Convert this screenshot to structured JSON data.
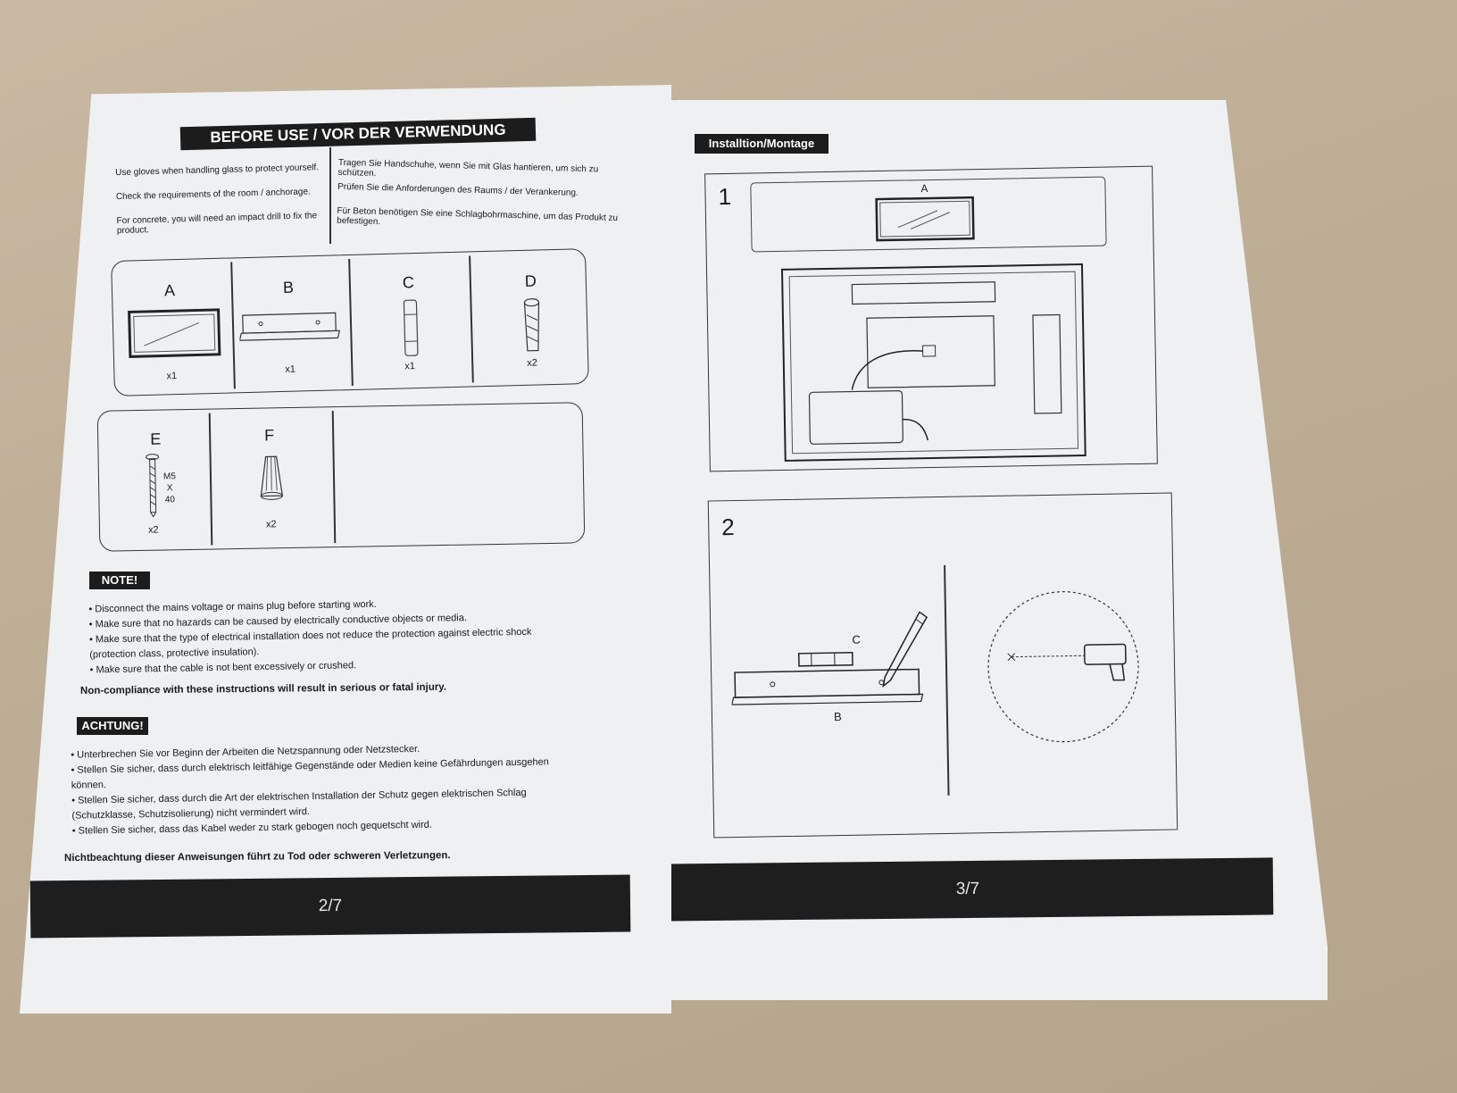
{
  "left_page": {
    "header": "BEFORE USE /  VOR DER VERWENDUNG",
    "instructions_en": [
      "Use gloves when handling glass to protect yourself.",
      "Check the requirements of the room / anchorage.",
      "For concrete, you will need an impact drill to fix the product."
    ],
    "instructions_de": [
      "Tragen Sie Handschuhe, wenn Sie mit Glas hantieren, um sich zu schützen.",
      "Prüfen Sie die Anforderungen des Raums / der Verankerung.",
      "Für Beton benötigen Sie eine Schlagbohrmaschine, um das Produkt zu befestigen."
    ],
    "parts_row1": [
      {
        "letter": "A",
        "count": "x1"
      },
      {
        "letter": "B",
        "count": "x1"
      },
      {
        "letter": "C",
        "count": "x1"
      },
      {
        "letter": "D",
        "count": "x2"
      }
    ],
    "parts_row2": [
      {
        "letter": "E",
        "count": "x2",
        "spec": [
          "M5",
          "X",
          "40"
        ]
      },
      {
        "letter": "F",
        "count": "x2"
      }
    ],
    "note_label": "NOTE!",
    "note_items": [
      "Disconnect the mains voltage or mains plug before starting work.",
      "Make sure that no hazards can be caused by electrically conductive objects or media.",
      "Make sure that the type of electrical installation does not reduce the protection against electric shock (protection class, protective insulation).",
      "Make sure that the cable is not bent excessively or crushed."
    ],
    "note_warning": "Non-compliance with these instructions will result in serious or fatal injury.",
    "achtung_label": "ACHTUNG!",
    "achtung_items": [
      "Unterbrechen Sie vor Beginn der Arbeiten die Netzspannung oder Netzstecker.",
      "Stellen Sie sicher, dass durch elektrisch leitfähige Gegenstände oder Medien keine Gefährdungen ausgehen können.",
      "Stellen Sie sicher, dass durch die Art der elektrischen Installation der Schutz gegen elektrischen Schlag (Schutzklasse, Schutzisolierung) nicht vermindert wird.",
      "Stellen Sie sicher, dass das Kabel weder zu stark gebogen noch gequetscht wird."
    ],
    "achtung_warning": "Nichtbeachtung dieser Anweisungen führt zu Tod oder schweren Verletzungen.",
    "page_number": "2/7"
  },
  "right_page": {
    "header": "Installtion/Montage",
    "step1": {
      "number": "1",
      "label": "A"
    },
    "step2": {
      "number": "2",
      "label_c": "C",
      "label_b": "B"
    },
    "page_number": "3/7"
  }
}
